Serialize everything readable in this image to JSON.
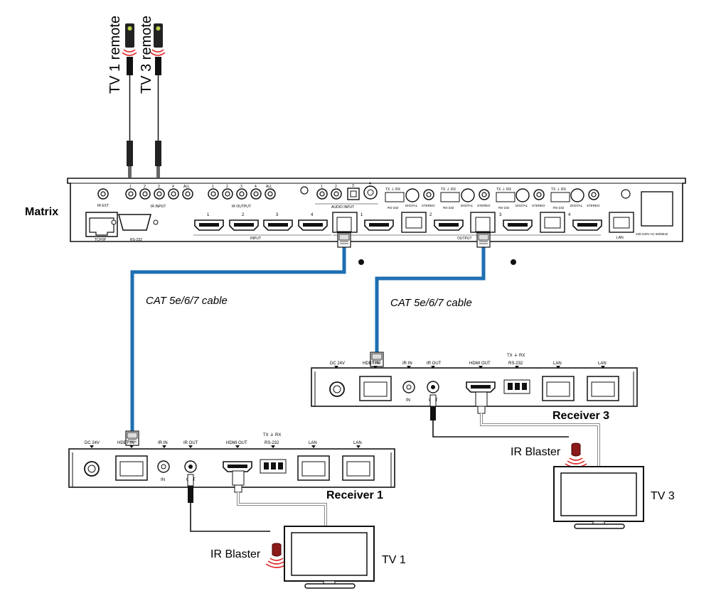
{
  "remotes": [
    "TV 1 remote",
    "TV 3 remote"
  ],
  "matrix": {
    "name": "Matrix",
    "ports": {
      "ir_ext": "IR EXT",
      "ir_input": "IR INPUT",
      "ir_output": "IR OUTPUT",
      "all": "ALL",
      "audio_input": "AUDIO INPUT",
      "rs232": "RS-232",
      "txrx": "TX ⏚ RX",
      "digital": "DIGITAL",
      "stereo": "STEREO",
      "tcpip": "TCP/IP",
      "input": "INPUT",
      "output": "OUTPUT",
      "lan": "LAN",
      "power": "100-240V AC 50/60HZ"
    },
    "numbers": [
      "1",
      "2",
      "3",
      "4"
    ]
  },
  "cables": [
    "CAT 5e/6/7 cable",
    "CAT 5e/6/7 cable"
  ],
  "receiver_ports": {
    "dc": "DC 24V",
    "hdbt_in": "HDBT IN",
    "ir_in": "IR IN",
    "in": "IN",
    "ir_out": "IR OUT",
    "out": "OUT",
    "hdmi_out": "HDMI OUT",
    "txrx": "TX ⏚ RX",
    "rs232": "RS-232",
    "lan": "LAN"
  },
  "receivers": [
    "Receiver 1",
    "Receiver 3"
  ],
  "ir_blaster": "IR Blaster",
  "tvs": [
    "TV 1",
    "TV 3"
  ],
  "colors": {
    "cat_cable": "#1f6fb2",
    "ir_cable": "#111111",
    "blaster": "#8b1a1a",
    "hdmi_cable": "#555555"
  }
}
